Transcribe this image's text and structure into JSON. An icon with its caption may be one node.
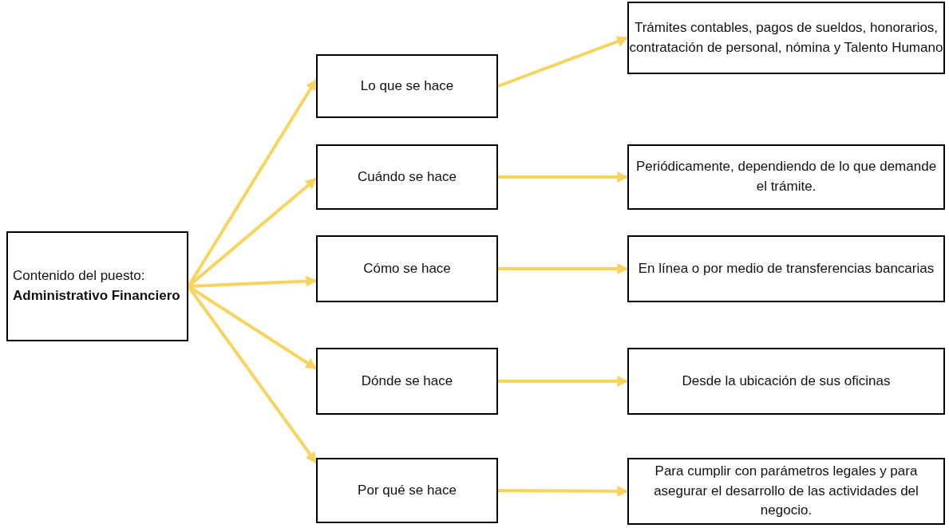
{
  "diagram": {
    "nodes": [
      {
        "text": [
          "Contenido del puesto:",
          "Administrativo Financiero"
        ]
      },
      {
        "text": [
          "Lo que se hace"
        ]
      },
      {
        "text": [
          "Cuándo se hace"
        ]
      },
      {
        "text": [
          "Cómo se hace"
        ]
      },
      {
        "text": [
          "Dónde se hace"
        ]
      },
      {
        "text": [
          "Por qué se hace"
        ]
      },
      {
        "text": [
          "Trámites contables, pagos de sueldos, honorarios, contratación de personal, nómina y Talento Humano"
        ]
      },
      {
        "text": [
          "Periódicamente, dependiendo de lo que demande el trámite."
        ]
      },
      {
        "text": [
          "En línea o  por medio de transferencias bancarias"
        ]
      },
      {
        "text": [
          "Desde la ubicación de sus oficinas"
        ]
      },
      {
        "text": [
          "Para cumplir con parámetros legales y para asegurar el desarrollo de las actividades del negocio."
        ]
      }
    ],
    "edges": [
      {
        "from": 0,
        "to": 1,
        "arrow": "to"
      },
      {
        "from": 0,
        "to": 2,
        "arrow": "to"
      },
      {
        "from": 0,
        "to": 3,
        "arrow": "to"
      },
      {
        "from": 0,
        "to": 4,
        "arrow": "to"
      },
      {
        "from": 0,
        "to": 5,
        "arrow": "to"
      },
      {
        "from": 1,
        "to": 6,
        "arrow": "to"
      },
      {
        "from": 2,
        "to": 7,
        "arrow": "to"
      },
      {
        "from": 3,
        "to": 8,
        "arrow": "to"
      },
      {
        "from": 4,
        "to": 9,
        "arrow": "to"
      },
      {
        "from": 5,
        "to": 10,
        "arrow": "to"
      }
    ]
  }
}
